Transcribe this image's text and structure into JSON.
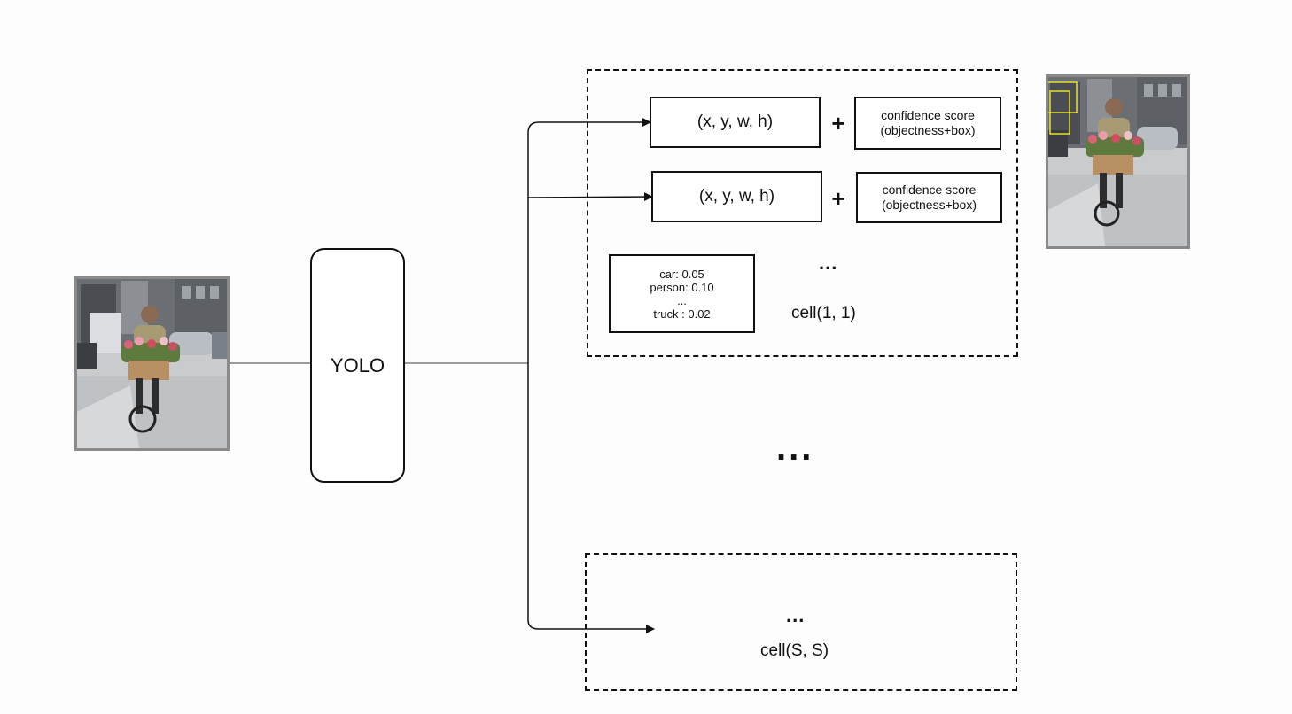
{
  "model": {
    "label": "YOLO"
  },
  "cell_first": {
    "label": "cell(1, 1)",
    "boxes": [
      {
        "coords": "(x, y, w, h)",
        "plus": "+",
        "conf_line1": "confidence score",
        "conf_line2": "(objectness+box)"
      },
      {
        "coords": "(x, y, w, h)",
        "plus": "+",
        "conf_line1": "confidence score",
        "conf_line2": "(objectness+box)"
      }
    ],
    "class_probs": [
      "car: 0.05",
      "person: 0.10",
      "...",
      "truck : 0.02"
    ],
    "more": "..."
  },
  "middle_ellipsis": "...",
  "cell_last": {
    "label": "cell(S, S)",
    "more": "..."
  },
  "images": {
    "input": "input-photo-cyclist",
    "output": "output-photo-with-boxes"
  },
  "colors": {
    "line": "#111111",
    "connector": "#9a9a9a",
    "photo_border": "#8a8a8a",
    "detection_box": "#e8e22a"
  }
}
